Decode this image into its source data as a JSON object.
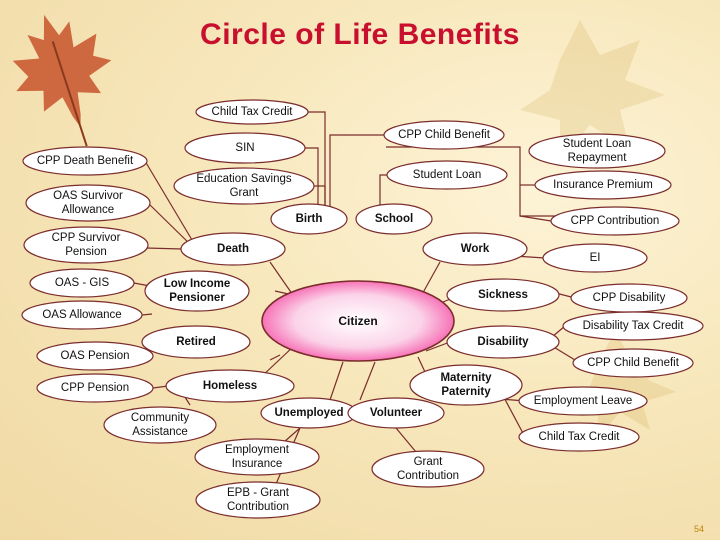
{
  "title": "Circle of Life Benefits",
  "center": "Citizen",
  "stages": {
    "birth": "Birth",
    "school": "School",
    "work": "Work",
    "sickness": "Sickness",
    "disability": "Disability",
    "maternity": "Maternity Paternity",
    "volunteer": "Volunteer",
    "unemployed": "Unemployed",
    "homeless": "Homeless",
    "retired": "Retired",
    "low_income": "Low Income Pensioner",
    "death": "Death"
  },
  "benefits": {
    "child_tax_credit_top": "Child Tax Credit",
    "cpp_child_benefit_top": "CPP Child Benefit",
    "sin": "SIN",
    "education_savings_grant": "Education Savings Grant",
    "student_loan": "Student Loan",
    "student_loan_repayment": "Student Loan Repayment",
    "insurance_premium": "Insurance Premium",
    "cpp_contribution": "CPP Contribution",
    "ei": "EI",
    "cpp_disability": "CPP Disability",
    "disability_tax_credit": "Disability Tax Credit",
    "cpp_child_benefit_right": "CPP Child Benefit",
    "employment_leave": "Employment Leave",
    "child_tax_credit_right": "Child Tax Credit",
    "grant_contribution": "Grant Contribution",
    "employment_insurance": "Employment Insurance",
    "epb_grant_contribution": "EPB - Grant Contribution",
    "community_assistance": "Community Assistance",
    "cpp_pension": "CPP Pension",
    "oas_pension": "OAS Pension",
    "oas_allowance": "OAS Allowance",
    "oas_gis": "OAS - GIS",
    "cpp_survivor_pension": "CPP Survivor Pension",
    "oas_survivor_allowance": "OAS Survivor Allowance",
    "cpp_death_benefit": "CPP Death Benefit"
  },
  "page_number": "54",
  "colors": {
    "title": "#c8102e",
    "bubble_fill": "#ffffff",
    "bubble_stroke": "#7b2c2c",
    "connector": "#7b2c2c",
    "center_fill": "#f4399a",
    "background": "#f7e7bb"
  }
}
